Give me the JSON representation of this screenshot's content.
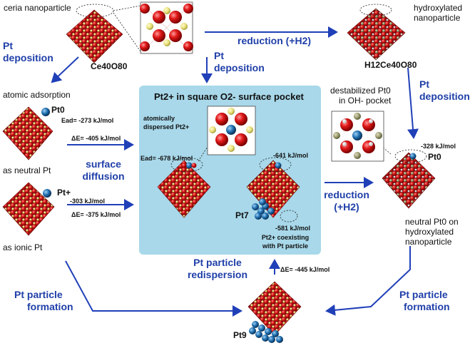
{
  "colors": {
    "arrow": "#2040b8",
    "panel": "#a8d8ea",
    "oxygen": "#d81b1b",
    "cerium": "#e8e07a",
    "ce_hydrox": "#9a9a6e",
    "platinum": "#1f6fb0",
    "hydrogen": "#f4f4f4"
  },
  "texts": {
    "ceria_nanoparticle": "ceria nanoparticle",
    "ce40o80": "Ce40O80",
    "hydroxylated_nanoparticle_1": "hydroxylated",
    "hydroxylated_nanoparticle_2": "nanoparticle",
    "h12ce40o80": "H12Ce40O80",
    "reduction_top": "reduction (+H2)",
    "pt_deposition_left_1": "Pt",
    "pt_deposition_left_2": "deposition",
    "pt_deposition_center_1": "Pt",
    "pt_deposition_center_2": "deposition",
    "pt_deposition_right_1": "Pt",
    "pt_deposition_right_2": "deposition",
    "atomic_adsorption": "atomic adsorption",
    "pt0_label": "Pt0",
    "ead_neutral": "Ead= -273 kJ/mol",
    "de_neutral": "ΔE= -405 kJ/mol",
    "as_neutral_pt": "as neutral Pt",
    "surface_diffusion_1": "surface",
    "surface_diffusion_2": "diffusion",
    "ptplus_label": "Pt+",
    "ead_ionic": "-303 kJ/mol",
    "de_ionic": "ΔE= -375 kJ/mol",
    "as_ionic_pt": "as ionic Pt",
    "panel_title": "Pt2+ in square O2- surface pocket",
    "atomically_dispersed_1": "atomically",
    "atomically_dispersed_2": "dispersed Pt2+",
    "ead_panel": "Ead= -678 kJ/mol",
    "e_641": "-641 kJ/mol",
    "pt7_label": "Pt7",
    "e_581": "-581 kJ/mol",
    "coexist_1": "Pt2+ coexisting",
    "coexist_2": "with Pt particle",
    "destabilized_1": "destabilized Pt0",
    "destabilized_2": "in OH- pocket",
    "e_328": "-328 kJ/mol",
    "pt0_right": "Pt0",
    "reduction_mid_1": "reduction",
    "reduction_mid_2": "(+H2)",
    "neutral_right_1": "neutral Pt0 on",
    "neutral_right_2": "hydroxylated",
    "neutral_right_3": "nanoparticle",
    "pt_particle_redispersion_1": "Pt particle",
    "pt_particle_redispersion_2": "redispersion",
    "de_445": "ΔE= -445 kJ/mol",
    "pt_particle_formation_left_1": "Pt particle",
    "pt_particle_formation_left_2": "formation",
    "pt_particle_formation_right_1": "Pt particle",
    "pt_particle_formation_right_2": "formation",
    "pt9_label": "Pt9"
  }
}
